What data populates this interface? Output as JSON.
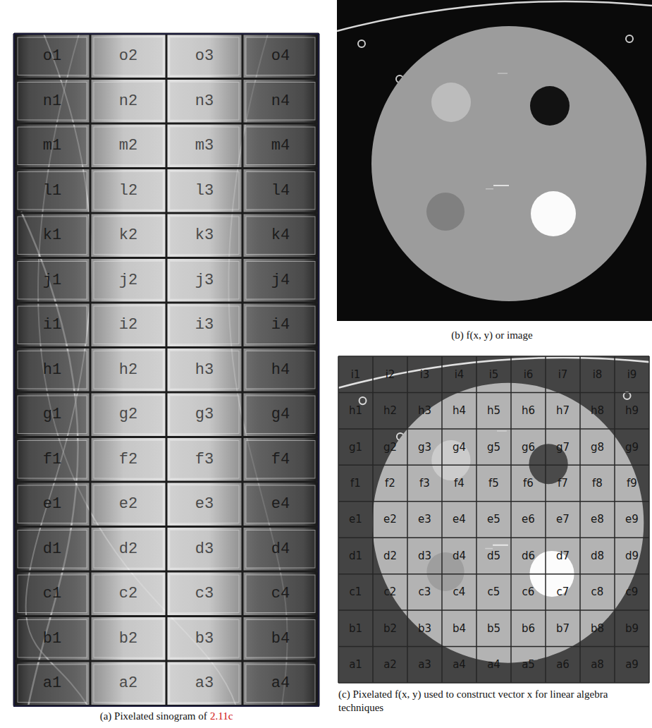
{
  "diagram": {
    "labels": [
      "o1",
      "o2",
      "o3",
      "o4",
      "n1",
      "n2",
      "n3",
      "n4",
      "m1",
      "m2",
      "m3",
      "m4",
      "l1",
      "l2",
      "l3",
      "l4",
      "k1",
      "k2",
      "k3",
      "k4",
      "j1",
      "j2",
      "j3",
      "j4",
      "i1",
      "i2",
      "i3",
      "i4",
      "h1",
      "h2",
      "h3",
      "h4",
      "g1",
      "g2",
      "g3",
      "g4",
      "f1",
      "f2",
      "f3",
      "f4",
      "e1",
      "e2",
      "e3",
      "e4",
      "d1",
      "d2",
      "d3",
      "d4",
      "c1",
      "c2",
      "c3",
      "c4",
      "b1",
      "b2",
      "b3",
      "b4",
      "a1",
      "a2",
      "a3",
      "a4",
      "(a) Pixelated sinogram of",
      "2.11c",
      "(b) f(x, y) or image",
      "i1",
      "i2",
      "i3",
      "i4",
      "i5",
      "i6",
      "i7",
      "i8",
      "i9",
      "h1",
      "h2",
      "h3",
      "h4",
      "h5",
      "h6",
      "h7",
      "h8",
      "h9",
      "g1",
      "g2",
      "g3",
      "g4",
      "g5",
      "g6",
      "g7",
      "g8",
      "g9",
      "f1",
      "f2",
      "f3",
      "f4",
      "f5",
      "f6",
      "f7",
      "f8",
      "f9",
      "e1",
      "e2",
      "e3",
      "e4",
      "e5",
      "e6",
      "e7",
      "e8",
      "e9",
      "d1",
      "d2",
      "d3",
      "d4",
      "d5",
      "d6",
      "d7",
      "d8",
      "d9",
      "c1",
      "c2",
      "c3",
      "c4",
      "c5",
      "c6",
      "c7",
      "c8",
      "c9",
      "b1",
      "b2",
      "b3",
      "b4",
      "b5",
      "b6",
      "b7",
      "b8",
      "b9",
      "a1",
      "a2",
      "a3",
      "a4",
      "a4",
      "a5",
      "a6",
      "a8",
      "a9",
      "(c) Pixelated f(x, y) used to construct vector x for linear algebra techniques"
    ]
  }
}
